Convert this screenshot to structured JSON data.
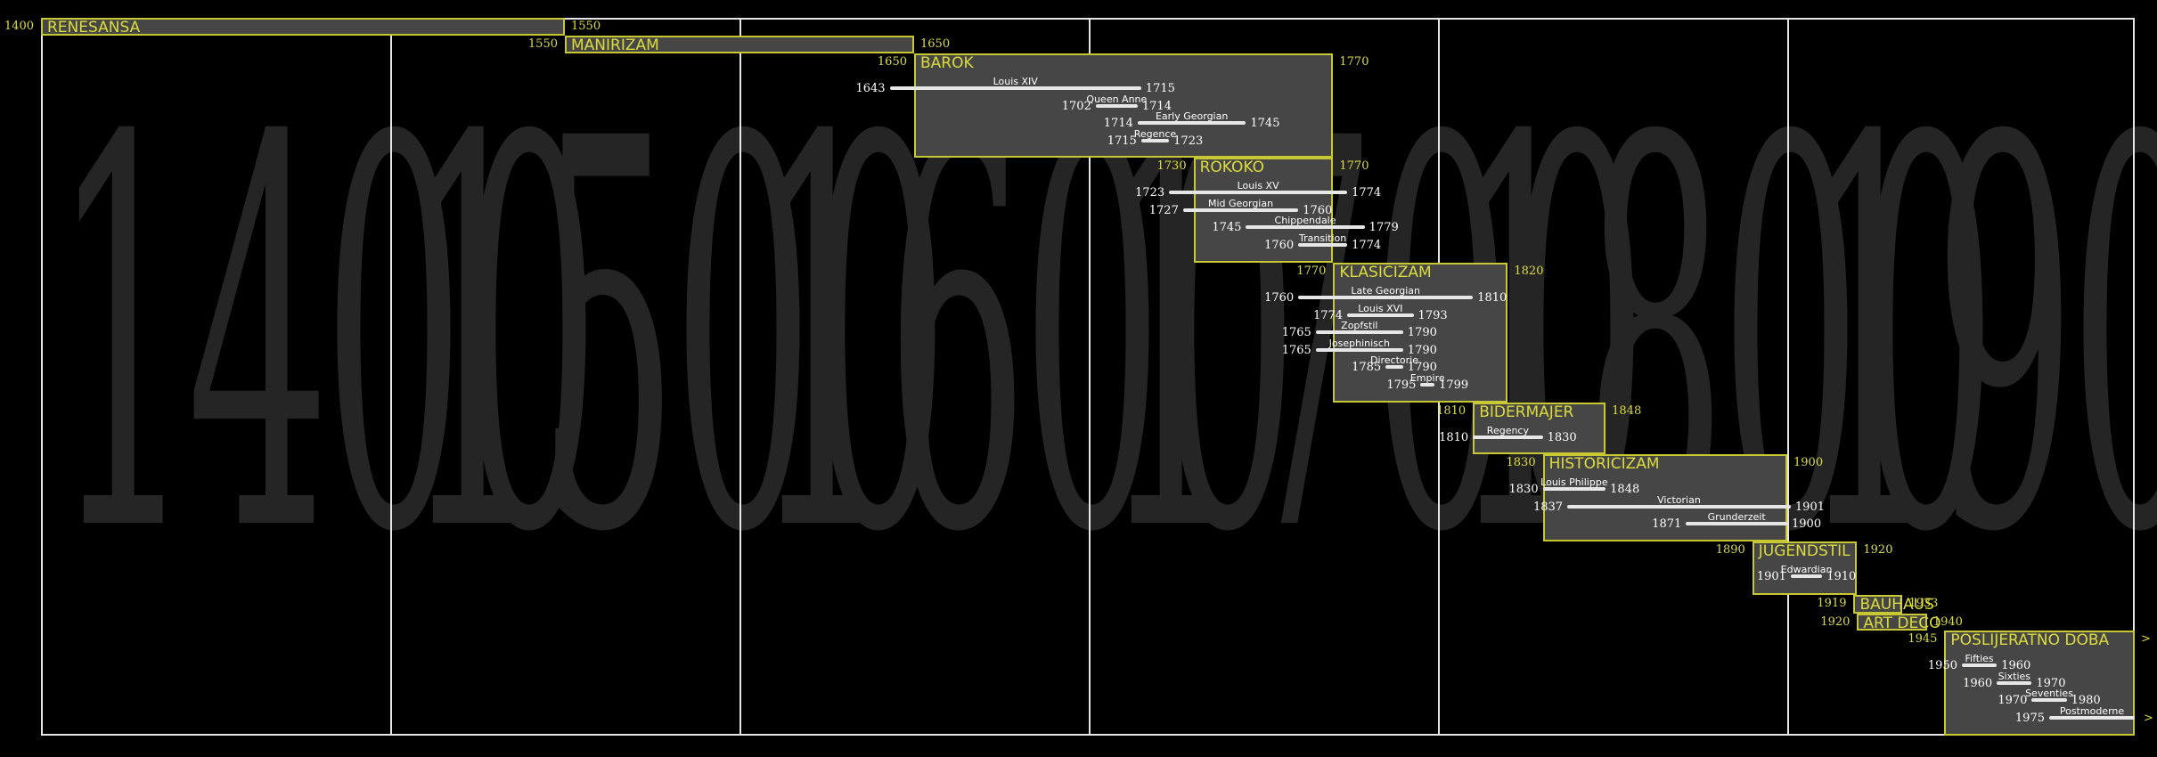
{
  "centuries": [
    "1400",
    "1500",
    "1600",
    "1700",
    "1800",
    "1900"
  ],
  "eras": [
    {
      "name": "RENESANSA",
      "start": 1400,
      "end": 1550,
      "startLabel": "1400",
      "endLabel": "1550",
      "styles": []
    },
    {
      "name": "MANIRIZAM",
      "start": 1550,
      "end": 1650,
      "startLabel": "1550",
      "endLabel": "1650",
      "styles": []
    },
    {
      "name": "BAROK",
      "start": 1650,
      "end": 1770,
      "startLabel": "1650",
      "endLabel": "1770",
      "styles": [
        {
          "name": "Louis XIV",
          "start": 1643,
          "end": 1715,
          "startLabel": "1643",
          "endLabel": "1715"
        },
        {
          "name": "Queen Anne",
          "start": 1702,
          "end": 1714,
          "startLabel": "1702",
          "endLabel": "1714"
        },
        {
          "name": "Early Georgian",
          "start": 1714,
          "end": 1745,
          "startLabel": "1714",
          "endLabel": "1745"
        },
        {
          "name": "Regence",
          "start": 1715,
          "end": 1723,
          "startLabel": "1715",
          "endLabel": "1723"
        }
      ]
    },
    {
      "name": "ROKOKO",
      "start": 1730,
      "end": 1770,
      "startLabel": "1730",
      "endLabel": "1770",
      "styles": [
        {
          "name": "Louis XV",
          "start": 1723,
          "end": 1774,
          "startLabel": "1723",
          "endLabel": "1774"
        },
        {
          "name": "Mid Georgian",
          "start": 1727,
          "end": 1760,
          "startLabel": "1727",
          "endLabel": "1760"
        },
        {
          "name": "Chippendale",
          "start": 1745,
          "end": 1779,
          "startLabel": "1745",
          "endLabel": "1779"
        },
        {
          "name": "Transition",
          "start": 1760,
          "end": 1774,
          "startLabel": "1760",
          "endLabel": "1774"
        }
      ]
    },
    {
      "name": "KLASICIZAM",
      "start": 1770,
      "end": 1820,
      "startLabel": "1770",
      "endLabel": "1820",
      "styles": [
        {
          "name": "Late Georgian",
          "start": 1760,
          "end": 1810,
          "startLabel": "1760",
          "endLabel": "1810"
        },
        {
          "name": "Louis XVI",
          "start": 1774,
          "end": 1793,
          "startLabel": "1774",
          "endLabel": "1793"
        },
        {
          "name": "Zopfstil",
          "start": 1765,
          "end": 1790,
          "startLabel": "1765",
          "endLabel": "1790"
        },
        {
          "name": "Josephinisch",
          "start": 1765,
          "end": 1790,
          "startLabel": "1765",
          "endLabel": "1790"
        },
        {
          "name": "Directorie",
          "start": 1785,
          "end": 1790,
          "startLabel": "1785",
          "endLabel": "1790"
        },
        {
          "name": "Empire",
          "start": 1795,
          "end": 1799,
          "startLabel": "1795",
          "endLabel": "1799"
        }
      ]
    },
    {
      "name": "BIDERMAJER",
      "start": 1810,
      "end": 1848,
      "startLabel": "1810",
      "endLabel": "1848",
      "styles": [
        {
          "name": "Regency",
          "start": 1810,
          "end": 1830,
          "startLabel": "1810",
          "endLabel": "1830"
        }
      ]
    },
    {
      "name": "HISTORICIZAM",
      "start": 1830,
      "end": 1900,
      "startLabel": "1830",
      "endLabel": "1900",
      "styles": [
        {
          "name": "Louis Philippe",
          "start": 1830,
          "end": 1848,
          "startLabel": "1830",
          "endLabel": "1848"
        },
        {
          "name": "Victorian",
          "start": 1837,
          "end": 1901,
          "startLabel": "1837",
          "endLabel": "1901"
        },
        {
          "name": "Grunderzeit",
          "start": 1871,
          "end": 1900,
          "startLabel": "1871",
          "endLabel": "1900"
        }
      ]
    },
    {
      "name": "JUGENDSTIL",
      "start": 1890,
      "end": 1920,
      "startLabel": "1890",
      "endLabel": "1920",
      "styles": [
        {
          "name": "Edwardian",
          "start": 1901,
          "end": 1910,
          "startLabel": "1901",
          "endLabel": "1910"
        }
      ]
    },
    {
      "name": "BAUHAUS",
      "start": 1919,
      "end": 1933,
      "startLabel": "1919",
      "endLabel": "1933",
      "styles": []
    },
    {
      "name": "ART DECO",
      "start": 1920,
      "end": 1940,
      "startLabel": "1920",
      "endLabel": "1940",
      "styles": []
    },
    {
      "name": "POSLIJERATNO DOBA",
      "start": 1945,
      "end": 2000,
      "startLabel": "1945",
      "endLabel": ">",
      "styles": [
        {
          "name": "Fifties",
          "start": 1950,
          "end": 1960,
          "startLabel": "1950",
          "endLabel": "1960"
        },
        {
          "name": "Sixties",
          "start": 1960,
          "end": 1970,
          "startLabel": "1960",
          "endLabel": "1970"
        },
        {
          "name": "Seventies",
          "start": 1970,
          "end": 1980,
          "startLabel": "1970",
          "endLabel": "1980"
        },
        {
          "name": "Postmoderne",
          "start": 1975,
          "end": 2000,
          "startLabel": "1975",
          "endLabel": ">"
        }
      ]
    }
  ],
  "colors": {
    "background": "#000000",
    "era_fill": "#464646",
    "era_border": "#c8c832",
    "era_text": "#dcdc3c",
    "style_bar": "#e6e6e6",
    "century_watermark": "#252525"
  }
}
